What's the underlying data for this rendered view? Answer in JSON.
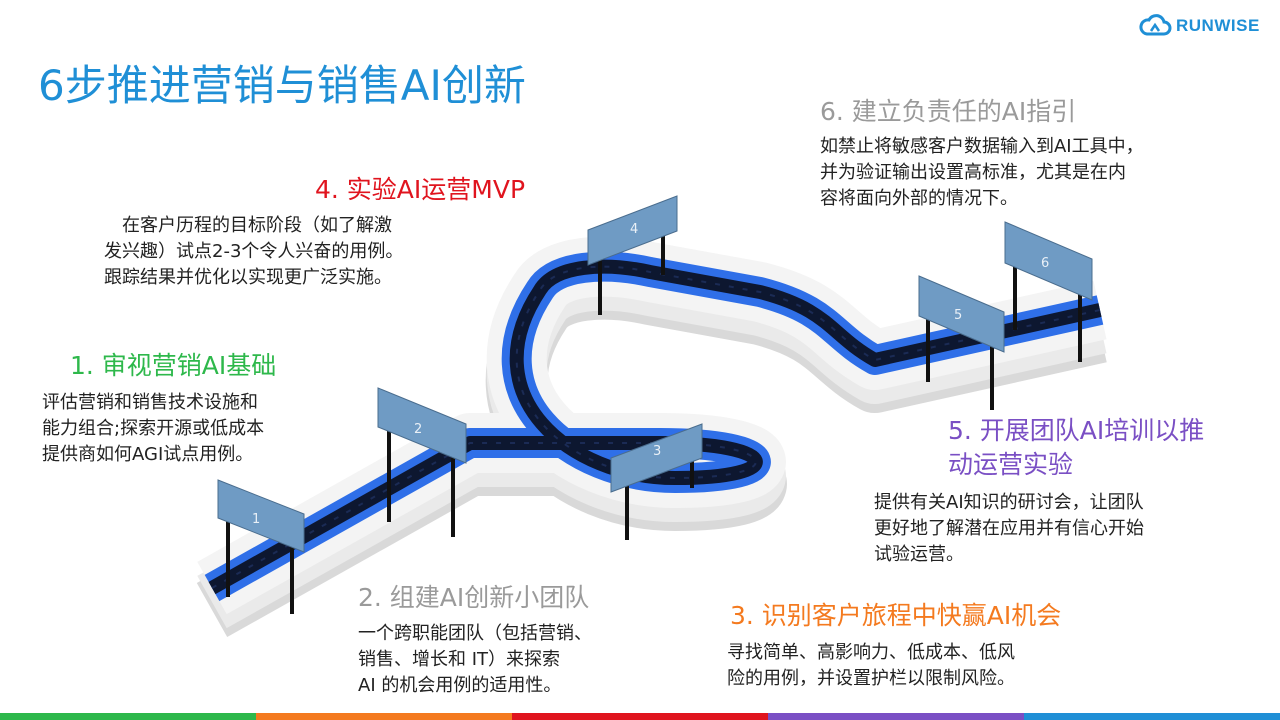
{
  "slide": {
    "title": "6步推进营销与销售AI创新",
    "brand": "RUNWISE"
  },
  "steps": [
    {
      "title": "1. 审视营销AI基础",
      "color": "#2eb84b",
      "desc": [
        "评估营销和销售技术设施和",
        "能力组合;探索开源或低成本",
        "提供商如何AGI试点用例。"
      ]
    },
    {
      "title": "2. 组建AI创新小团队",
      "color": "#9a9a9a",
      "desc": [
        "一个跨职能团队（包括营销、",
        "销售、增长和 IT）来探索",
        "AI 的机会用例的适用性。"
      ]
    },
    {
      "title": "3. 识别客户旅程中快赢AI机会",
      "color": "#f47a1f",
      "desc": [
        "寻找简单、高影响力、低成本、低风",
        "险的用例，并设置护栏以限制风险。"
      ]
    },
    {
      "title": "4. 实验AI运营MVP",
      "color": "#e0141e",
      "desc": [
        "在客户历程的目标阶段（如了解激",
        "发兴趣）试点2-3个令人兴奋的用例。",
        "跟踪结果并优化以实现更广泛实施。"
      ]
    },
    {
      "title_lines": [
        "5. 开展团队AI培训以推",
        "动运营实验"
      ],
      "color": "#7a4fc4",
      "desc": [
        "提供有关AI知识的研讨会，让团队",
        "更好地了解潜在应用并有信心开始",
        "试验运营。"
      ]
    },
    {
      "title": "6. 建立负责任的AI指引",
      "color": "#9a9a9a",
      "desc": [
        "如禁止将敏感客户数据输入到AI工具中，",
        "并为验证输出设置高标准，尤其是在内",
        "容将面向外部的情况下。"
      ]
    }
  ],
  "signs": [
    "1",
    "2",
    "3",
    "4",
    "5",
    "6"
  ],
  "colors": {
    "accent": "#1f8fd6",
    "road_blue": "#2f6fe8",
    "track_dark": "#0d1730",
    "sign_blue": "#6f9bc4",
    "bar": [
      "#2eb84b",
      "#f47a1f",
      "#e0141e",
      "#7a4fc4"
    ]
  }
}
